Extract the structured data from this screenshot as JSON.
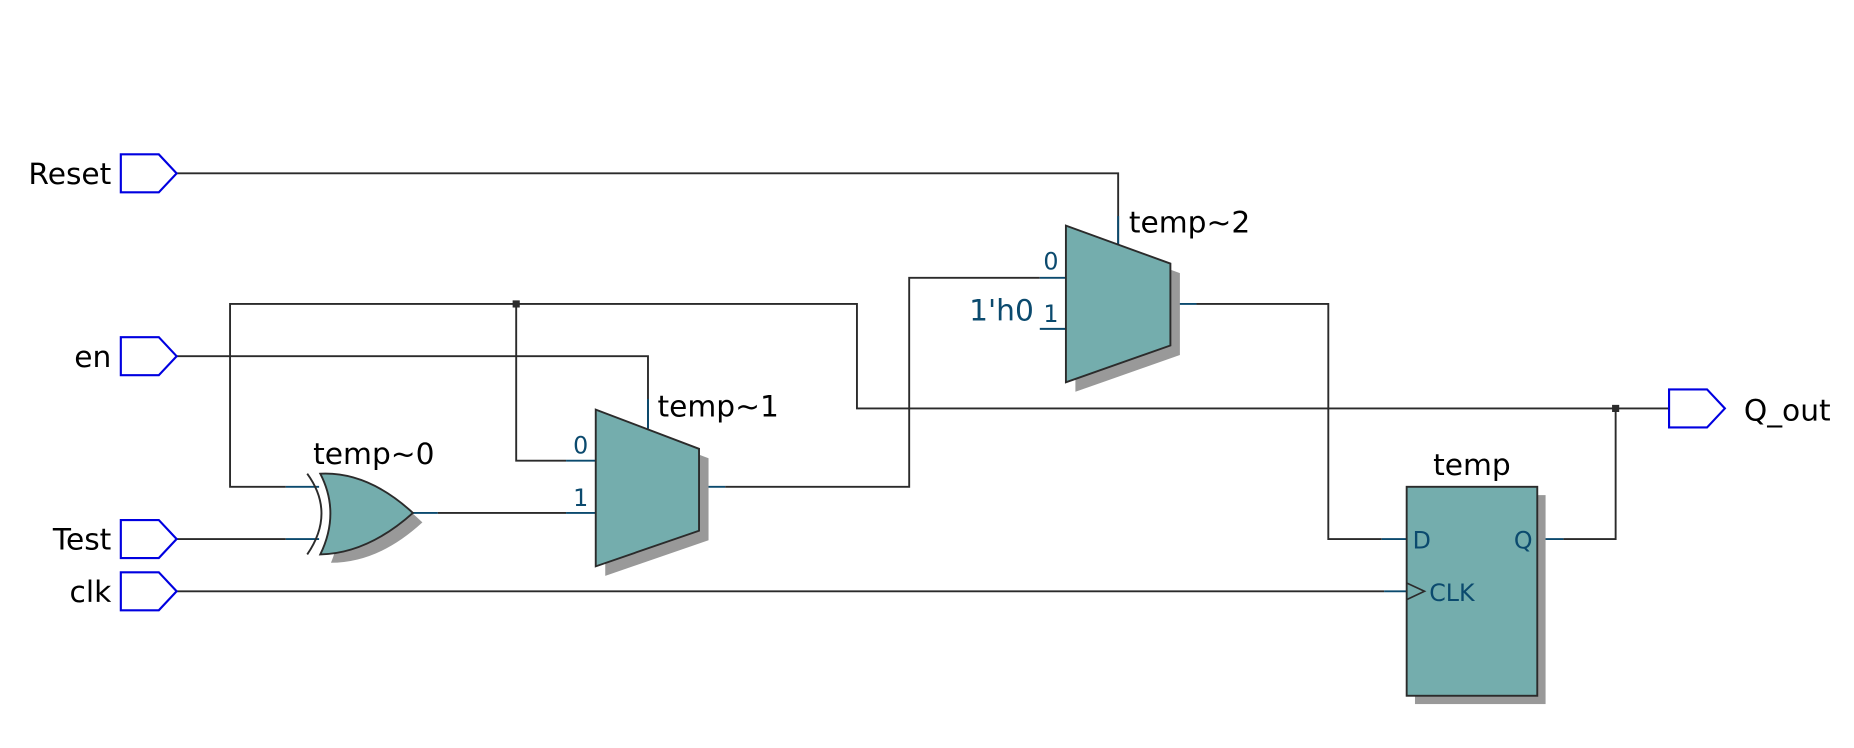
{
  "diagram": {
    "type": "rtl-schematic",
    "colors": {
      "wire": "#2b2b2b",
      "pin": "#0b4a6e",
      "port_outline": "#0000e0",
      "cell_fill": "#74adad",
      "shadow": "#999999"
    },
    "inputs": [
      {
        "id": "reset",
        "label": "Reset"
      },
      {
        "id": "en",
        "label": "en"
      },
      {
        "id": "test",
        "label": "Test"
      },
      {
        "id": "clk",
        "label": "clk"
      }
    ],
    "outputs": [
      {
        "id": "q_out",
        "label": "Q_out"
      }
    ],
    "cells": {
      "xor": {
        "label": "temp~0",
        "kind": "XOR"
      },
      "mux1": {
        "label": "temp~1",
        "kind": "MUX",
        "pin0": "0",
        "pin1": "1"
      },
      "mux2": {
        "label": "temp~2",
        "kind": "MUX",
        "pin0": "0",
        "pin1": "1",
        "const1": "1'h0"
      },
      "ff": {
        "label": "temp",
        "kind": "DFF",
        "pin_d": "D",
        "pin_q": "Q",
        "pin_clk": "CLK"
      }
    },
    "connections": [
      {
        "from": "Reset",
        "to": "temp~2.sel"
      },
      {
        "from": "en",
        "to": "temp~1.sel"
      },
      {
        "from": "Test",
        "to": "temp~0.in1"
      },
      {
        "from": "Q_out net",
        "to": "temp~0.in0"
      },
      {
        "from": "Q_out net",
        "to": "temp~1.in0"
      },
      {
        "from": "temp~0.out",
        "to": "temp~1.in1"
      },
      {
        "from": "temp~1.out",
        "to": "temp~2.in0"
      },
      {
        "from": "1'h0",
        "to": "temp~2.in1"
      },
      {
        "from": "temp~2.out",
        "to": "temp.D"
      },
      {
        "from": "clk",
        "to": "temp.CLK"
      },
      {
        "from": "temp.Q",
        "to": "Q_out"
      }
    ]
  }
}
